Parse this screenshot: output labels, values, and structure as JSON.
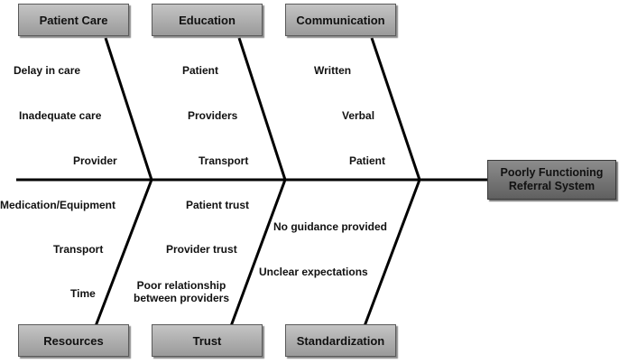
{
  "effect": "Poorly Functioning Referral System",
  "categories": {
    "patient_care": {
      "label": "Patient Care",
      "causes": [
        "Delay in care",
        "Inadequate care",
        "Provider"
      ]
    },
    "education": {
      "label": "Education",
      "causes": [
        "Patient",
        "Providers",
        "Transport"
      ]
    },
    "communication": {
      "label": "Communication",
      "causes": [
        "Written",
        "Verbal",
        "Patient"
      ]
    },
    "resources": {
      "label": "Resources",
      "causes": [
        "Medication/Equipment",
        "Transport",
        "Time"
      ]
    },
    "trust": {
      "label": "Trust",
      "causes": [
        "Patient trust",
        "Provider trust",
        "Poor relationship\nbetween providers"
      ]
    },
    "standardization": {
      "label": "Standardization",
      "causes": [
        "No guidance provided",
        "Unclear expectations"
      ]
    }
  }
}
